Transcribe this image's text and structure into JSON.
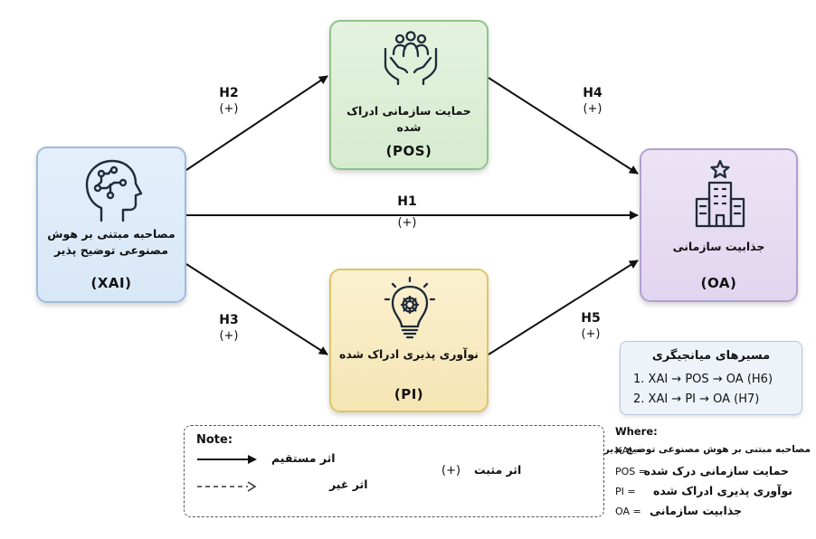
{
  "nodes": {
    "xai": {
      "name": "مصاحبه مبتنی بر هوش مصنوعی توضیح پذیر",
      "abbr": "(XAI)",
      "icon": "ai-head-icon"
    },
    "pos": {
      "name": "حمایت سازمانی ادراک شده",
      "abbr": "(POS)",
      "icon": "supported-people-icon"
    },
    "pi": {
      "name": "نوآوری پذیری ادراک شده",
      "abbr": "(PI)",
      "icon": "lightbulb-gear-icon"
    },
    "oa": {
      "name": "جذابیت سازمانی",
      "abbr": "(OA)",
      "icon": "building-star-icon"
    }
  },
  "hypotheses": [
    {
      "id": "H1",
      "sign": "(+)"
    },
    {
      "id": "H2",
      "sign": "(+)"
    },
    {
      "id": "H3",
      "sign": "(+)"
    },
    {
      "id": "H4",
      "sign": "(+)"
    },
    {
      "id": "H5",
      "sign": "(+)"
    }
  ],
  "mediation": {
    "title": "مسیرهای میانجیگری",
    "paths": [
      "1.  XAI → POS → OA (H6)",
      "2.  XAI → PI → OA (H7)"
    ]
  },
  "note": {
    "title": "Note:",
    "direct": "اثر مستقیم",
    "indirect": "اثر غیر",
    "positive": "اثر مثبت",
    "positive_symbol": "(+)"
  },
  "where": {
    "title": "Where:",
    "items": [
      {
        "key": "XAI =",
        "value": "مصاحبه مبتنی بر هوش مصنوعی توضیح پذیر"
      },
      {
        "key": "POS =",
        "value": "حمایت سازمانی درک شده"
      },
      {
        "key": "PI   =",
        "value": "نوآوری پذیری ادراک شده"
      },
      {
        "key": "OA   =",
        "value": "جذابیت سازمانی"
      }
    ]
  },
  "colors": {
    "arrow": "#111111",
    "icon": "#1f2a3a",
    "xai_border": "#9fbbdc",
    "pos_border": "#8fc38a",
    "pi_border": "#ddc56b",
    "oa_border": "#b19fd0"
  }
}
